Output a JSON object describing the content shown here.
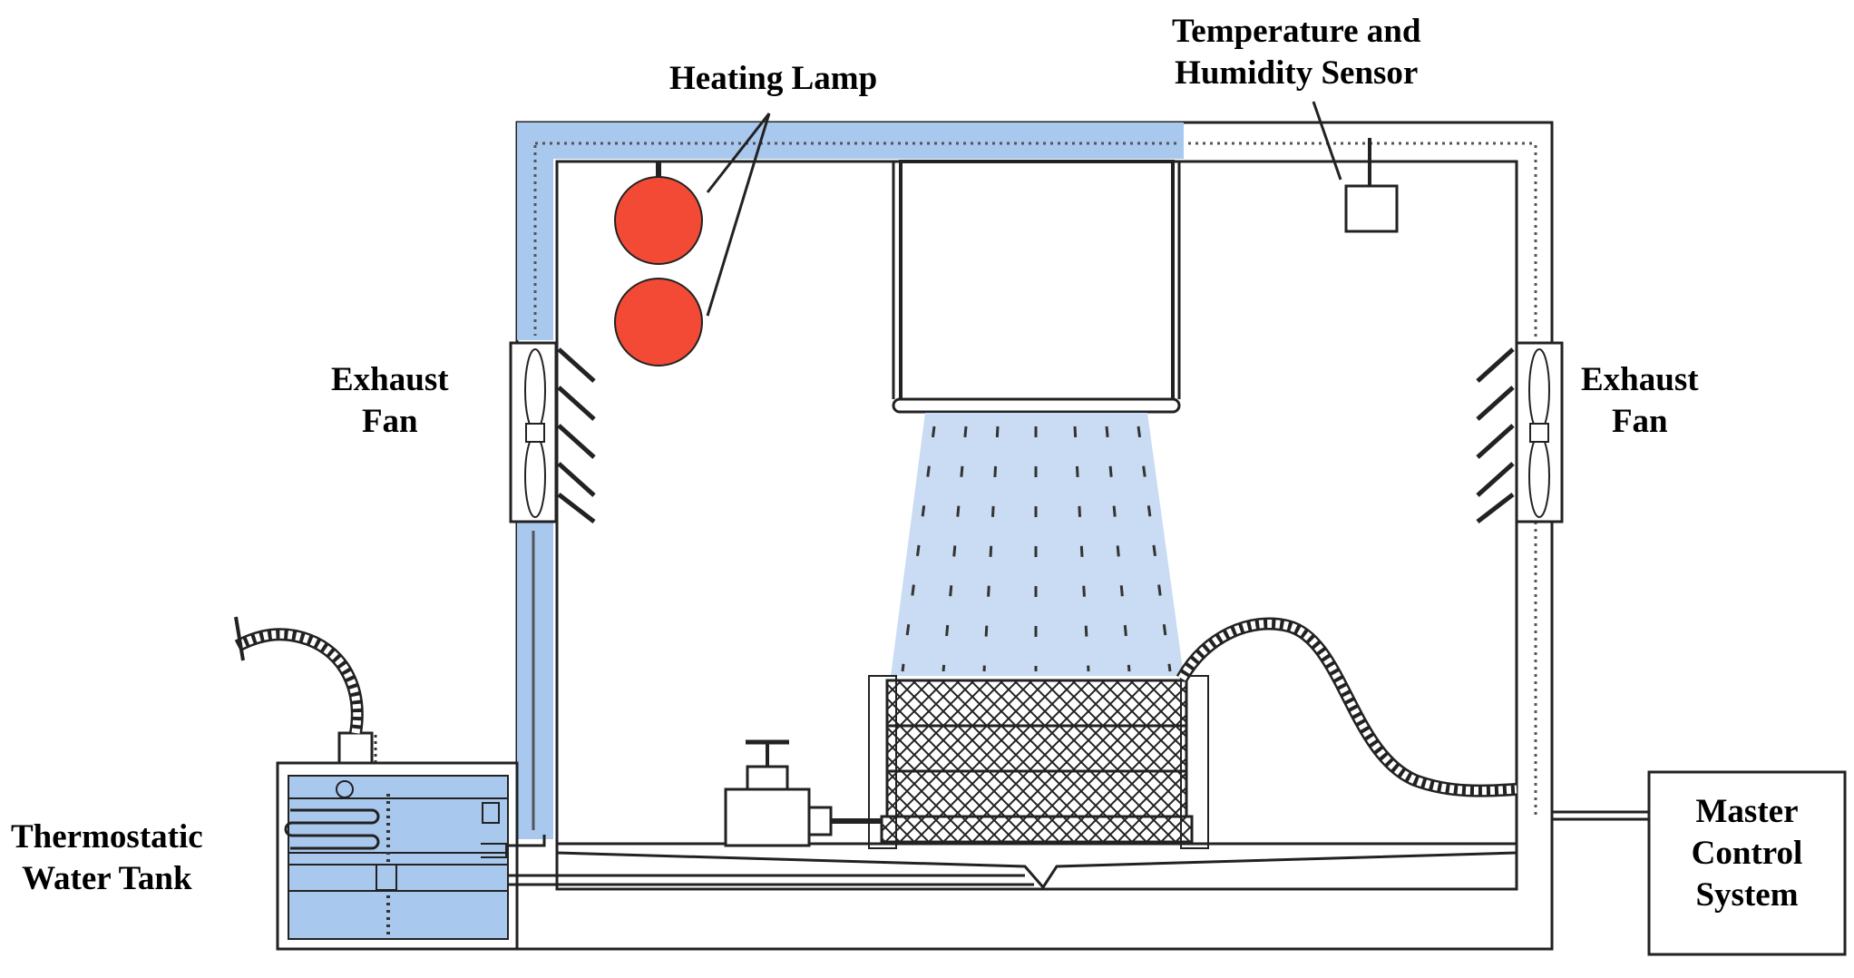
{
  "labels": {
    "heating_lamp": "Heating Lamp",
    "temp_sensor_line1": "Temperature and",
    "temp_sensor_line2": "Humidity Sensor",
    "exhaust_fan_left_line1": "Exhaust",
    "exhaust_fan_left_line2": "Fan",
    "exhaust_fan_right_line1": "Exhaust",
    "exhaust_fan_right_line2": "Fan",
    "tank_line1": "Thermostatic",
    "tank_line2": "Water Tank",
    "master_line1": "Master",
    "master_line2": "Control",
    "master_line3": "System"
  },
  "colors": {
    "line": "#222222",
    "water_blue": "#a9c8ee",
    "spray_blue": "#c9dcf3",
    "lamp_red": "#f24a35",
    "background": "#ffffff"
  }
}
